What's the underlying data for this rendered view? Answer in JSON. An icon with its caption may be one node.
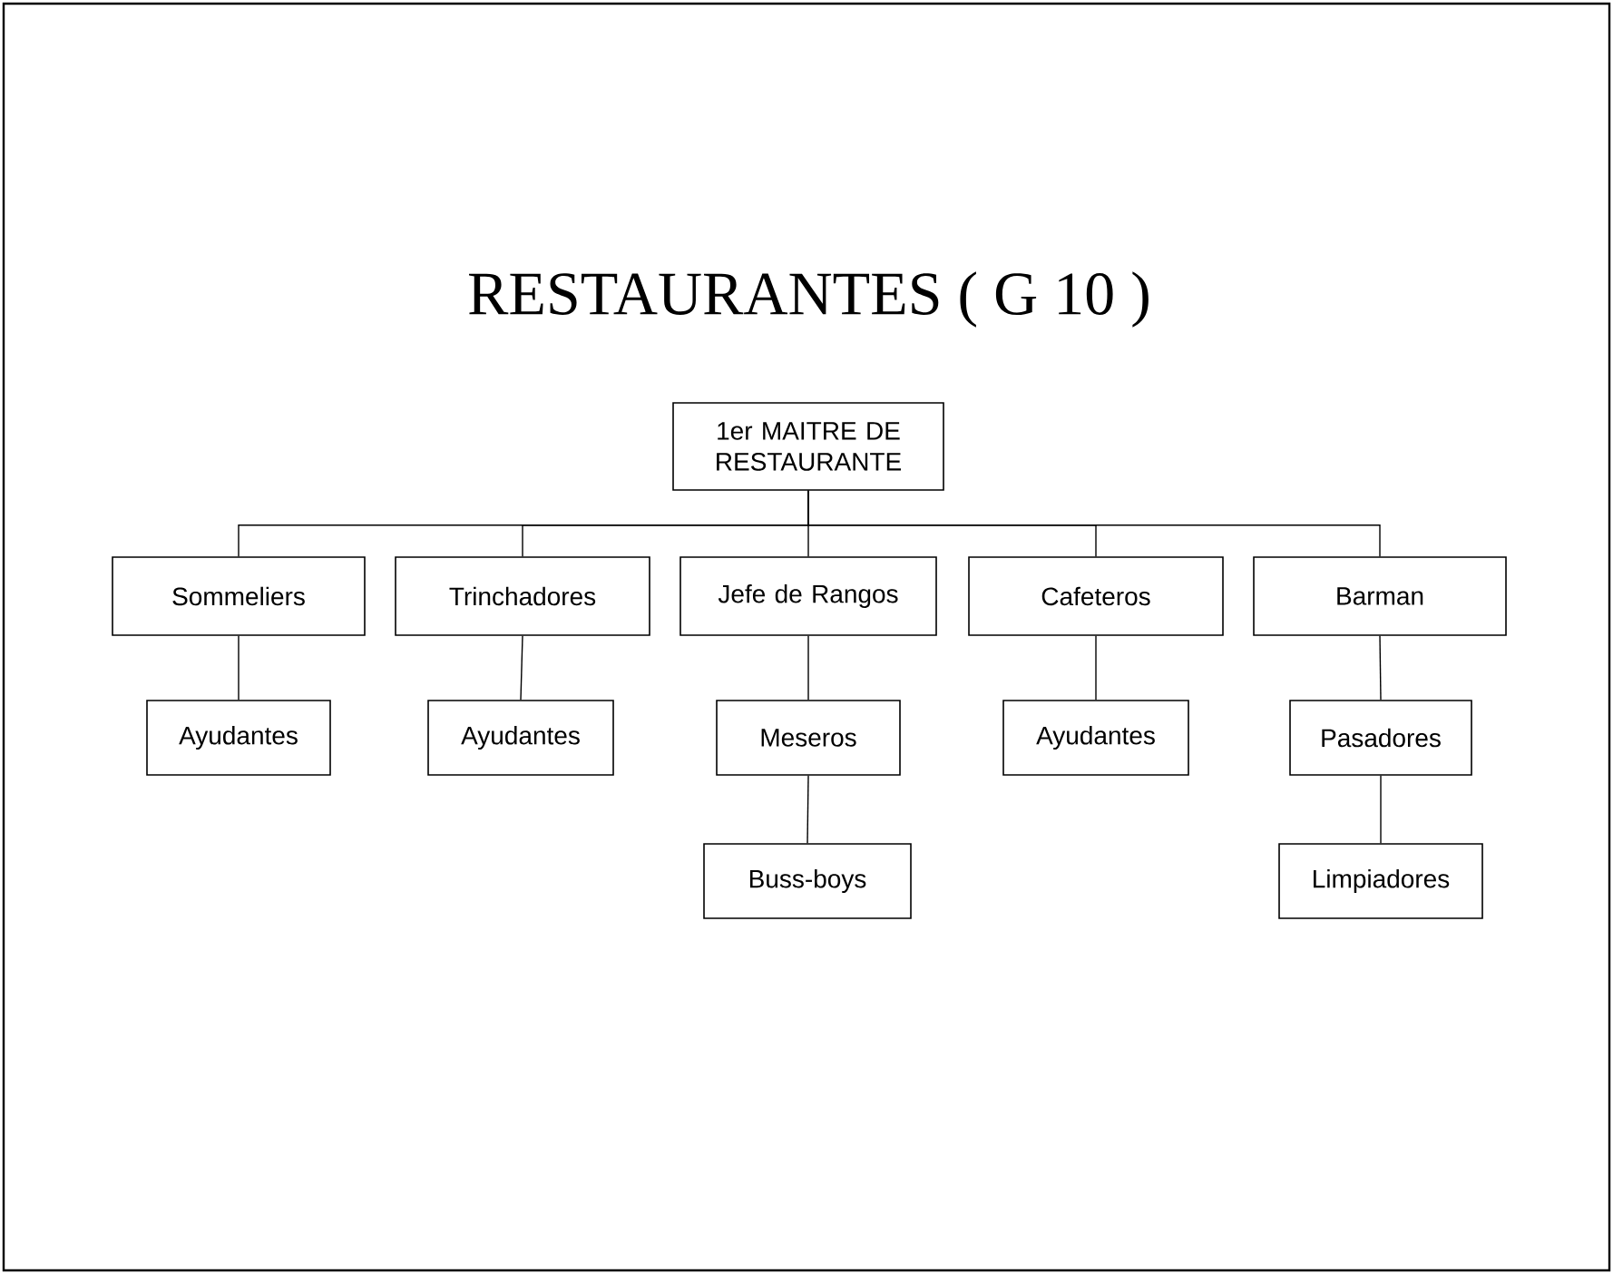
{
  "diagram": {
    "title": "RESTAURANTES ( G 10 )",
    "nodes": [
      {
        "text": [
          "1er MAITRE DE RESTAURANTE"
        ]
      },
      {
        "text": [
          "Sommeliers"
        ]
      },
      {
        "text": [
          "Trinchadores"
        ]
      },
      {
        "text": [
          "Jefe de Rangos"
        ]
      },
      {
        "text": [
          "Cafeteros"
        ]
      },
      {
        "text": [
          "Barman"
        ]
      },
      {
        "text": [
          "Ayudantes"
        ]
      },
      {
        "text": [
          "Ayudantes"
        ]
      },
      {
        "text": [
          "Meseros"
        ]
      },
      {
        "text": [
          "Ayudantes"
        ]
      },
      {
        "text": [
          "Pasadores"
        ]
      },
      {
        "text": [
          "Buss-boys"
        ]
      },
      {
        "text": [
          "Limpiadores"
        ]
      }
    ],
    "edges": [
      {
        "from": 0,
        "to": 1,
        "arrow": "none"
      },
      {
        "from": 0,
        "to": 2,
        "arrow": "none"
      },
      {
        "from": 0,
        "to": 3,
        "arrow": "none"
      },
      {
        "from": 0,
        "to": 4,
        "arrow": "none"
      },
      {
        "from": 0,
        "to": 5,
        "arrow": "none"
      },
      {
        "from": 1,
        "to": 6,
        "arrow": "none"
      },
      {
        "from": 2,
        "to": 7,
        "arrow": "none"
      },
      {
        "from": 3,
        "to": 8,
        "arrow": "none"
      },
      {
        "from": 4,
        "to": 9,
        "arrow": "none"
      },
      {
        "from": 5,
        "to": 10,
        "arrow": "none"
      },
      {
        "from": 8,
        "to": 11,
        "arrow": "none"
      },
      {
        "from": 10,
        "to": 12,
        "arrow": "none"
      }
    ]
  }
}
